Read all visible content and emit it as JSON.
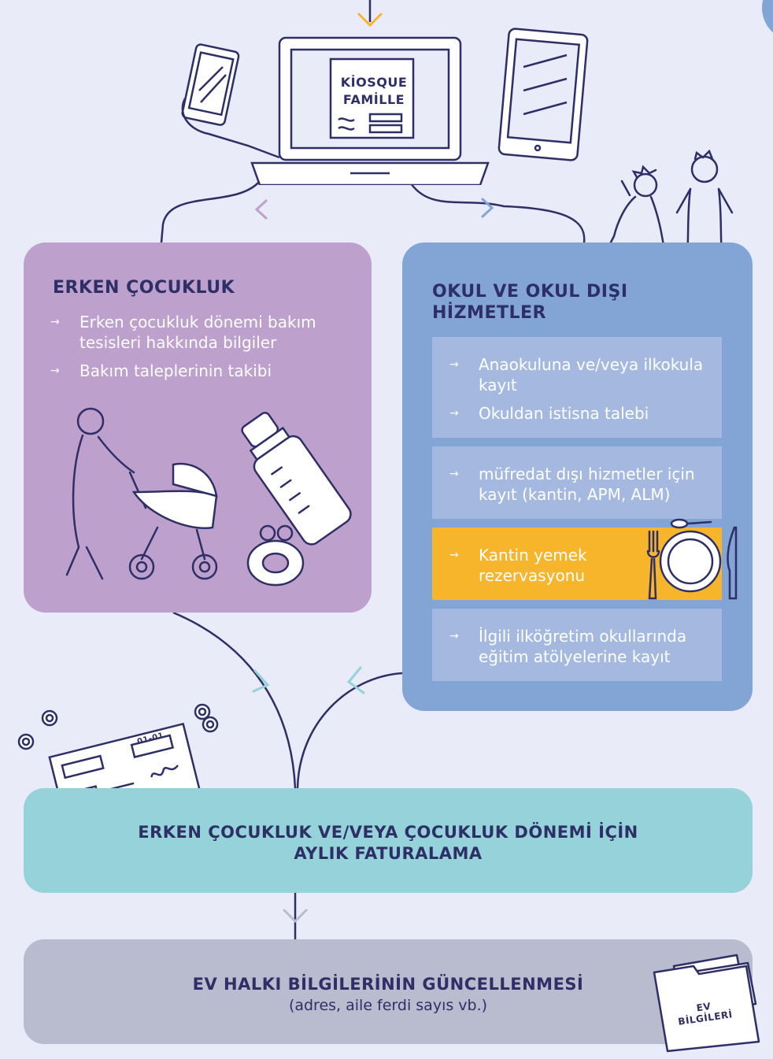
{
  "laptop": {
    "line1": "KİOSQUE",
    "line2": "FAMİLLE"
  },
  "early_childhood": {
    "title": "ERKEN ÇOCUKLUK",
    "items": [
      "Erken çocukluk dönemi bakım tesisleri hakkında bilgiler",
      "Bakım taleplerinin takibi"
    ]
  },
  "school": {
    "title_line1": "OKUL VE OKUL DIŞI",
    "title_line2": "HİZMETLER",
    "group1": [
      "Anaokuluna ve/veya ilkokula kayıt",
      "Okuldan istisna talebi"
    ],
    "group2": [
      "müfredat dışı hizmetler için kayıt (kantin, APM, ALM)"
    ],
    "group3": [
      "Kantin yemek rezervasyonu"
    ],
    "group4": [
      "İlgili ilköğretim okullarında eğitim atölyelerine kayıt"
    ]
  },
  "invoice": {
    "date": "01-01"
  },
  "billing": {
    "line1": "ERKEN ÇOCUKLUK VE/VEYA ÇOCUKLUK DÖNEMİ İÇİN",
    "line2": "AYLIK FATURALAMA"
  },
  "household": {
    "title": "EV HALKI BİLGİLERİNİN GÜNCELLENMESİ",
    "subtitle": "(adres, aile ferdi sayıs vb.)",
    "folder_label_line1": "EV",
    "folder_label_line2": "BİLGİLERİ"
  },
  "arrow_glyph": "→",
  "colors": {
    "background": "#e9ebf8",
    "ink": "#2d2f66",
    "early_childhood_card": "#bea0cd",
    "school_card": "#83a5d5",
    "school_subbox": "#a5b9e0",
    "highlight": "#f6b52a",
    "billing_bar": "#96d2d9",
    "household_bar": "#b9bbce"
  }
}
